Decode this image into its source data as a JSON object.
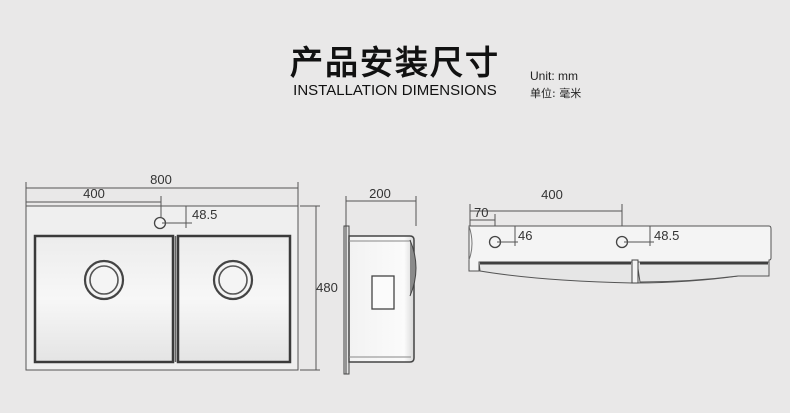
{
  "header": {
    "title": "产品安装尺寸",
    "subtitle": "INSTALLATION DIMENSIONS",
    "unit_en": "Unit: mm",
    "unit_cn": "单位:  毫米"
  },
  "top_view": {
    "dim_overall_width": "800",
    "dim_half_width": "400",
    "dim_tap_offset": "48.5",
    "dim_depth": "480"
  },
  "side_view": {
    "dim_height": "200"
  },
  "back_view": {
    "dim_center_width": "400",
    "dim_left_offset": "70",
    "dim_left_hole_drop": "46",
    "dim_right_hole_drop": "48.5"
  },
  "colors": {
    "background": "#e9e8e8",
    "line": "#333333",
    "fill_light": "#f4f4f4",
    "fill_dark": "#595959"
  }
}
